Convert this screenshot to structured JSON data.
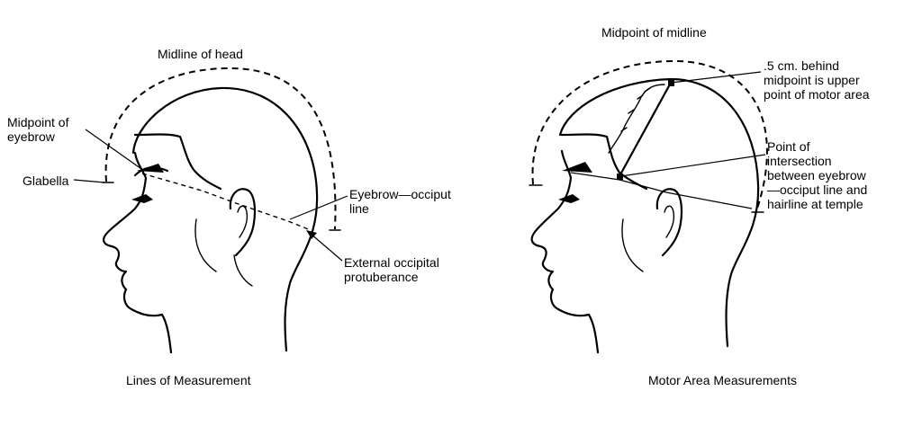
{
  "left_diagram": {
    "caption": "Lines of Measurement",
    "labels": {
      "midline_of_head": "Midline of head",
      "midpoint_of_eyebrow": "Midpoint of\neyebrow",
      "glabella": "Glabella",
      "eyebrow_occiput_line": "Eyebrow—occiput\nline",
      "external_occipital_protuberance": "External occipital\nprotuberance"
    }
  },
  "right_diagram": {
    "caption": "Motor Area Measurements",
    "labels": {
      "midpoint_of_midline": "Midpoint of midline",
      "upper_point": ".5 cm. behind\nmidpoint is upper\npoint of motor area",
      "point_of_intersection": "Point of\nintersection\nbetween eyebrow\n—occiput line and\nhairline at temple"
    }
  }
}
